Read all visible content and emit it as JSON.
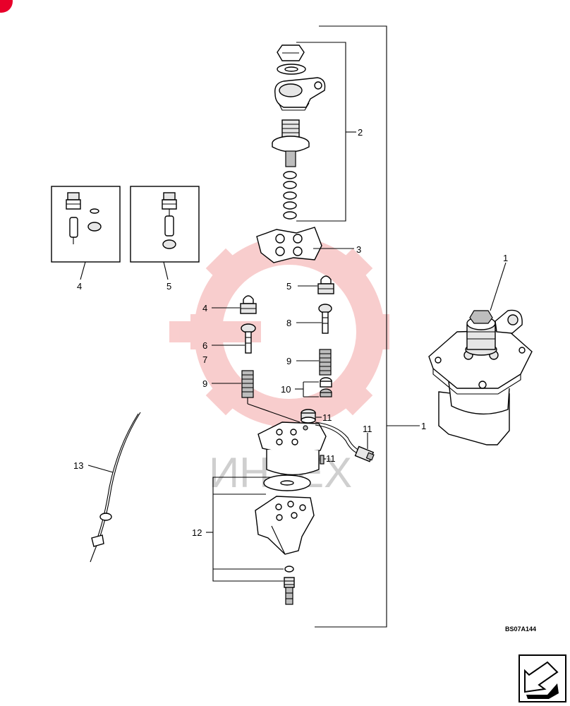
{
  "document_code": "BS07A144",
  "watermark": "ИНТЕХ",
  "colors": {
    "corner_mark": "#e8002a",
    "watermark_gear": "#f4a6a6",
    "watermark_text": "#cfcfcf"
  },
  "callouts": {
    "c1_assembly": "1",
    "c1_bracket": "1",
    "c2": "2",
    "c3": "3",
    "c4_box": "4",
    "c5_box": "5",
    "c4": "4",
    "c5": "5",
    "c6": "6",
    "c7": "7",
    "c8": "8",
    "c9_left": "9",
    "c9_right": "9",
    "c10": "10",
    "c11_a": "11",
    "c11_b": "11",
    "c11_c": "11",
    "c12": "12",
    "c13": "13"
  },
  "icons": {
    "next_page": "next-page-arrow-icon"
  }
}
